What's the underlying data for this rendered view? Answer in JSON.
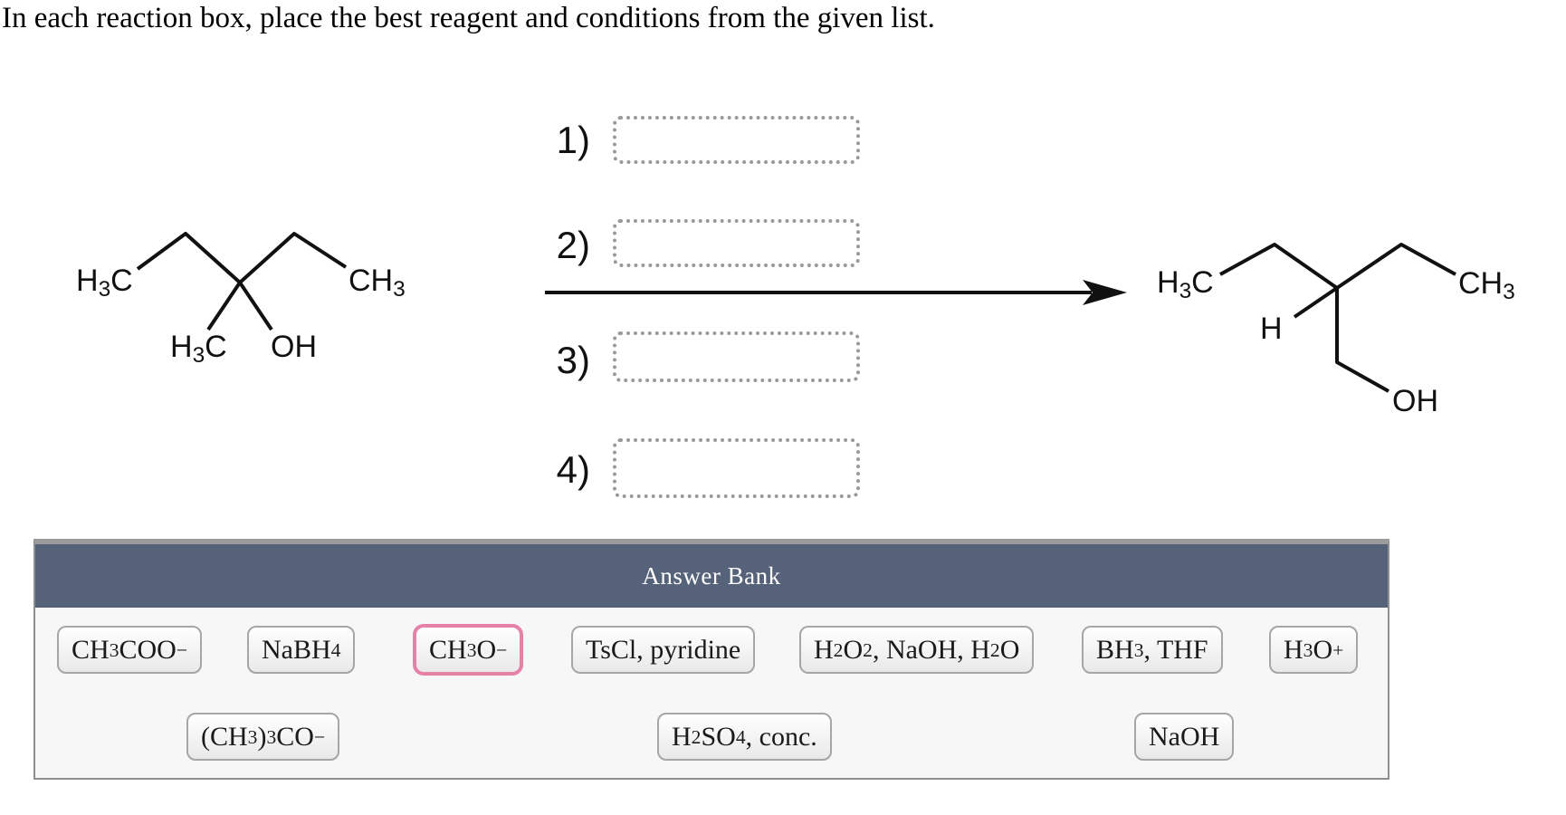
{
  "instruction": "In each reaction box, place the best reagent and conditions from the given list.",
  "reaction": {
    "steps": [
      {
        "label": "1)",
        "value": ""
      },
      {
        "label": "2)",
        "value": ""
      },
      {
        "label": "3)",
        "value": ""
      },
      {
        "label": "4)",
        "value": ""
      }
    ],
    "left_molecule": {
      "labels": {
        "left_end": "H~3~C",
        "right_end": "CH~3~",
        "methyl": "H~3~C",
        "hydroxyl": "OH"
      }
    },
    "right_molecule": {
      "labels": {
        "left_end": "H~3~C",
        "right_end": "CH~3~",
        "hydrogen": "H",
        "hydroxyl": "OH"
      }
    }
  },
  "answer_bank": {
    "title": "Answer Bank",
    "items": [
      {
        "label": "CH~3~COO^−^",
        "selected": false
      },
      {
        "label": "NaBH~4~",
        "selected": false
      },
      {
        "label": "CH~3~O^−^",
        "selected": true
      },
      {
        "label": "TsCl, pyridine",
        "selected": false
      },
      {
        "label": "H~2~O~2~, NaOH, H~2~O",
        "selected": false
      },
      {
        "label": "BH~3~, THF",
        "selected": false
      },
      {
        "label": "H~3~O^+^",
        "selected": false
      },
      {
        "label": "(CH~3~)~3~CO^−^",
        "selected": false
      },
      {
        "label": "H~2~SO~4~, conc.",
        "selected": false
      },
      {
        "label": "NaOH",
        "selected": false
      }
    ],
    "colors": {
      "header_bg": "#556279",
      "selected_border": "#e682a8",
      "body_bg": "#f7f7f7"
    }
  }
}
